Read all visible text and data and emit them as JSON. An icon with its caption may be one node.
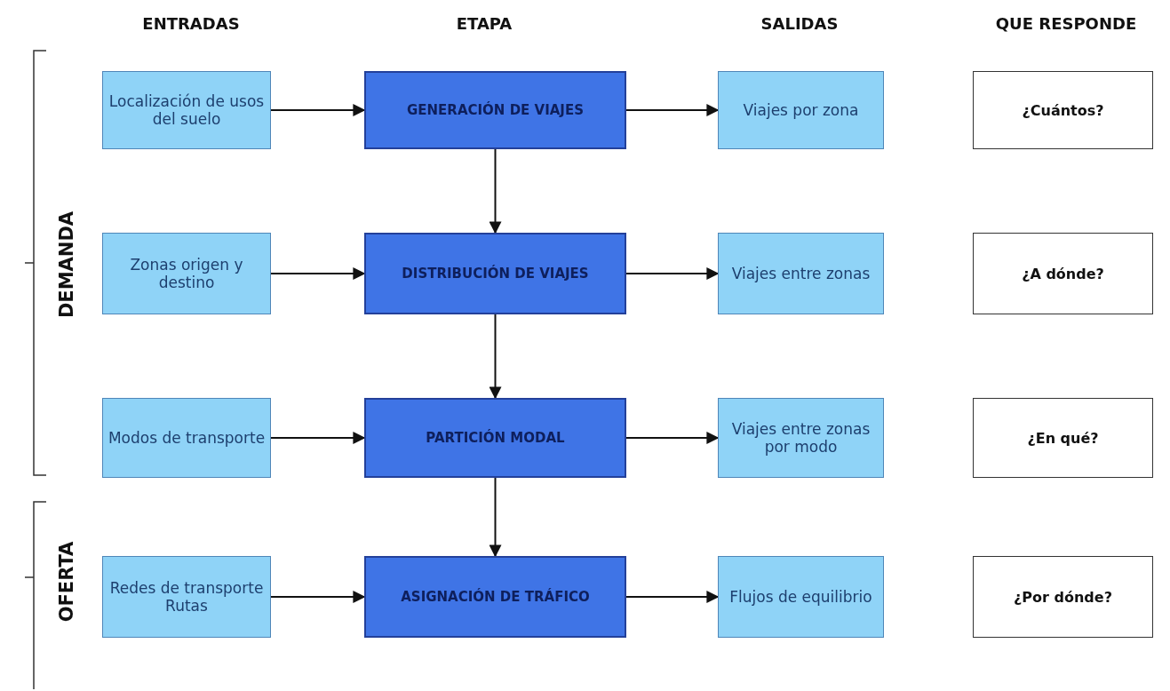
{
  "diagram": {
    "nodes": [
      {
        "text": [
          "Localización de usos del suelo"
        ]
      },
      {
        "text": [
          "GENERACIÓN DE VIAJES"
        ]
      },
      {
        "text": [
          "Viajes por zona"
        ]
      },
      {
        "text": [
          "¿Cuántos?"
        ]
      },
      {
        "text": [
          "Zonas origen y destino"
        ]
      },
      {
        "text": [
          "DISTRIBUCIÓN DE VIAJES"
        ]
      },
      {
        "text": [
          "Viajes entre zonas"
        ]
      },
      {
        "text": [
          "¿A dónde?"
        ]
      },
      {
        "text": [
          "Modos de transporte"
        ]
      },
      {
        "text": [
          "PARTICIÓN MODAL"
        ]
      },
      {
        "text": [
          "Viajes entre zonas por modo"
        ]
      },
      {
        "text": [
          "¿En qué?"
        ]
      },
      {
        "text": [
          "Redes de transporte Rutas"
        ]
      },
      {
        "text": [
          "ASIGNACIÓN DE TRÁFICO"
        ]
      },
      {
        "text": [
          "Flujos de equilibrio"
        ]
      },
      {
        "text": [
          "¿Por dónde?"
        ]
      }
    ],
    "edges": [
      {
        "from": 0,
        "to": 1,
        "arrow": "to"
      },
      {
        "from": 1,
        "to": 2,
        "arrow": "to"
      },
      {
        "from": 1,
        "to": 5,
        "arrow": "to"
      },
      {
        "from": 4,
        "to": 5,
        "arrow": "to"
      },
      {
        "from": 5,
        "to": 6,
        "arrow": "to"
      },
      {
        "from": 5,
        "to": 9,
        "arrow": "to"
      },
      {
        "from": 8,
        "to": 9,
        "arrow": "to"
      },
      {
        "from": 9,
        "to": 10,
        "arrow": "to"
      },
      {
        "from": 9,
        "to": 13,
        "arrow": "to"
      },
      {
        "from": 12,
        "to": 13,
        "arrow": "to"
      },
      {
        "from": 13,
        "to": 14,
        "arrow": "to"
      }
    ],
    "labels": [
      "ENTRADAS",
      "ETAPA",
      "SALIDAS",
      "QUE RESPONDE",
      "DEMANDA",
      "OFERTA"
    ]
  }
}
